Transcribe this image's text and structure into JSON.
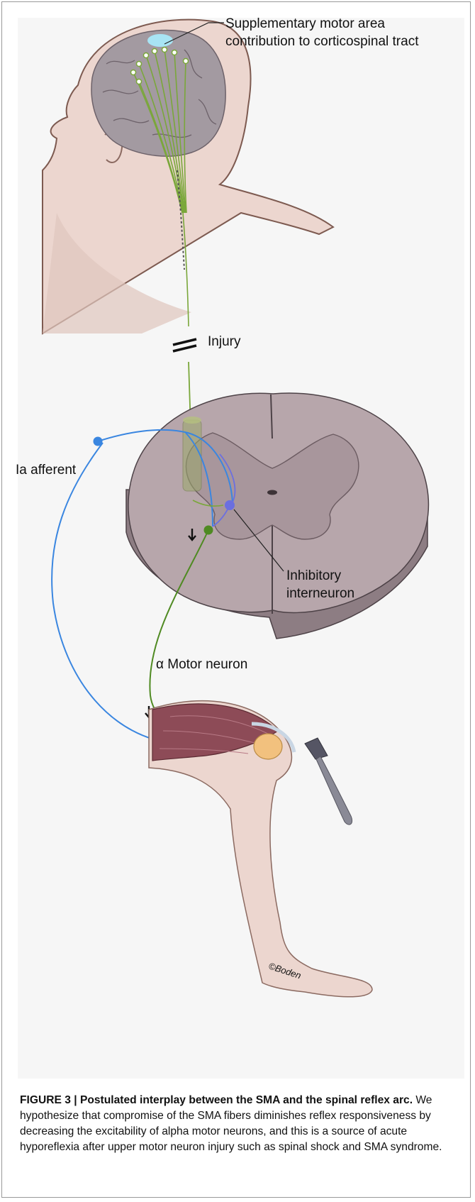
{
  "figure": {
    "labels": {
      "sma_line1": "Supplementary motor area",
      "sma_line2": "contribution to corticospinal tract",
      "injury": "Injury",
      "ia_afferent": "Ia afferent",
      "inhibitory_line1": "Inhibitory",
      "inhibitory_line2": "interneuron",
      "motor_neuron": "α Motor neuron",
      "signature": "©Boden"
    },
    "colors": {
      "corticospinal_fiber": "#7aa73a",
      "ia_afferent_fiber": "#3a86e0",
      "interneuron": "#6b6fe0",
      "sma_region": "#a8e4f4",
      "skin": "#ecd6cf",
      "brain": "#a39aa1",
      "spinal_cord": "#b7a6ab"
    }
  },
  "caption": {
    "figure_label": "FIGURE 3 | Postulated interplay between the SMA and the spinal reflex arc.",
    "text": " We hypothesize that compromise of the SMA fibers diminishes reflex responsiveness by decreasing the excitability of alpha motor neurons, and this is a source of acute hyporeflexia after upper motor neuron injury such as spinal shock and SMA syndrome."
  }
}
